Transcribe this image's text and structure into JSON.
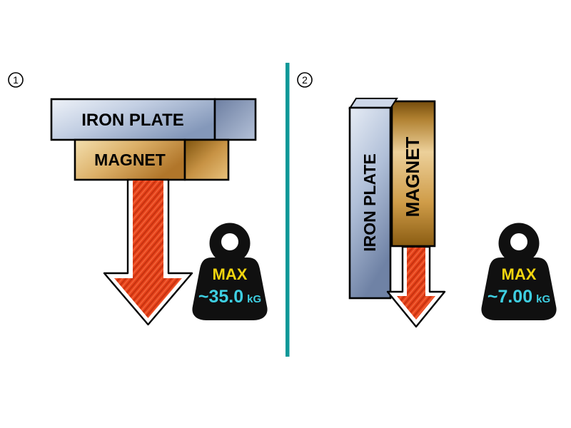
{
  "panels": {
    "left": {
      "badge": "1",
      "plate_label": "IRON PLATE",
      "magnet_label": "MAGNET",
      "weight": {
        "max_label": "MAX",
        "value": "~35.0",
        "unit": "kG"
      }
    },
    "right": {
      "badge": "2",
      "plate_label": "IRON PLATE",
      "magnet_label": "MAGNET",
      "weight": {
        "max_label": "MAX",
        "value": "~7.00",
        "unit": "kG"
      }
    }
  },
  "colors": {
    "divider_teal": "#0e9898",
    "arrow_red": "#e8431c",
    "weight_black": "#101010",
    "max_yellow": "#f2d50e",
    "value_cyan": "#3ecfe2",
    "plate_blue": "#9fb0cc",
    "magnet_orange": "#cf9a3e"
  }
}
